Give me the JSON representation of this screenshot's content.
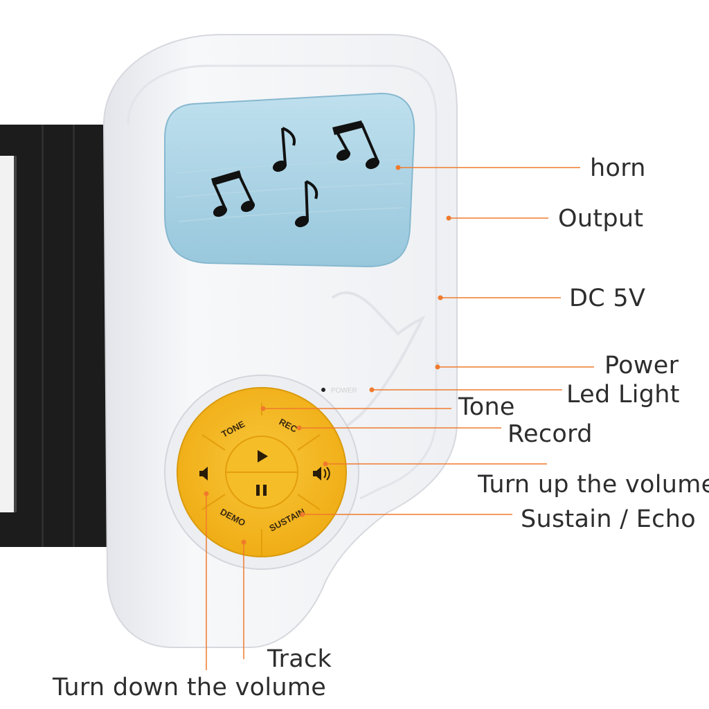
{
  "device": {
    "buttons": {
      "tone": "TONE",
      "rec": "REC",
      "demo": "DEMO",
      "sustain": "SUSTAIN"
    },
    "power_imprint": "POWER",
    "colors": {
      "body": "#f4f5f8",
      "screen": "#a8d2e4",
      "button_pad": "#f4b81e",
      "strap": "#1c1c1c",
      "annotation_line": "#f07a2c"
    }
  },
  "labels": {
    "horn": "horn",
    "output": "Output",
    "dc": "DC 5V",
    "power": "Power",
    "led": "Led Light",
    "tone": "Tone",
    "record": "Record",
    "volume_up": "Turn up the volume",
    "sustain": "Sustain / Echo",
    "track": "Track",
    "volume_down": "Turn down the volume"
  }
}
